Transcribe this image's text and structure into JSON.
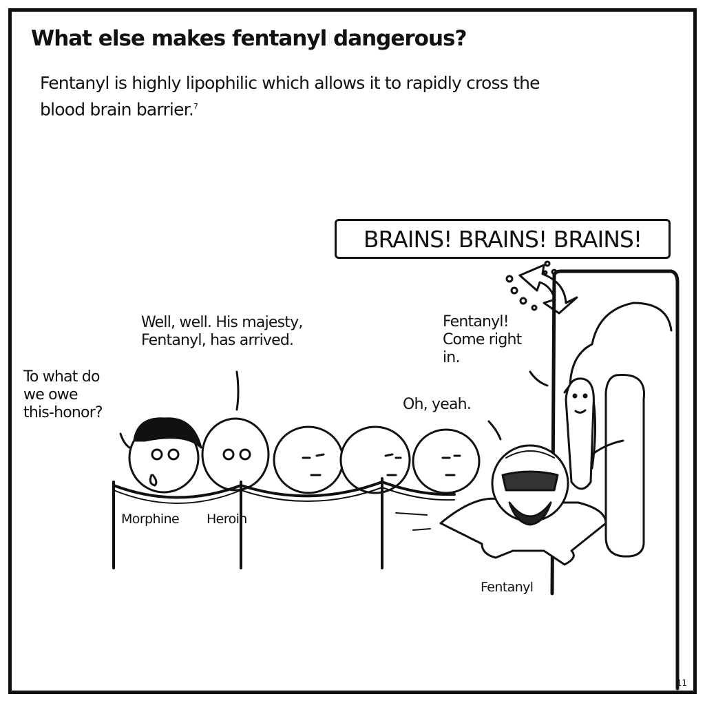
{
  "title": "What else makes fentanyl dangerous?",
  "body": {
    "text": "Fentanyl is highly lipophilic which allows it to rapidly cross the blood brain barrier.",
    "line1": "Fentanyl is highly lipophilic which allows it to rapidly cross the",
    "line2": "blood brain barrier.",
    "footnote": "7"
  },
  "sign": "BRAINS! BRAINS! BRAINS!",
  "speech": {
    "morphine": "To what do\nwe owe\nthis-honor?",
    "heroin": "Well, well. His majesty,\nFentanyl, has arrived.",
    "doorman": "Fentanyl!\nCome right\nin.",
    "fentanyl": "Oh, yeah."
  },
  "labels": {
    "morphine": "Morphine",
    "heroin": "Heroin",
    "fentanyl": "Fentanyl"
  },
  "page_number": "11"
}
